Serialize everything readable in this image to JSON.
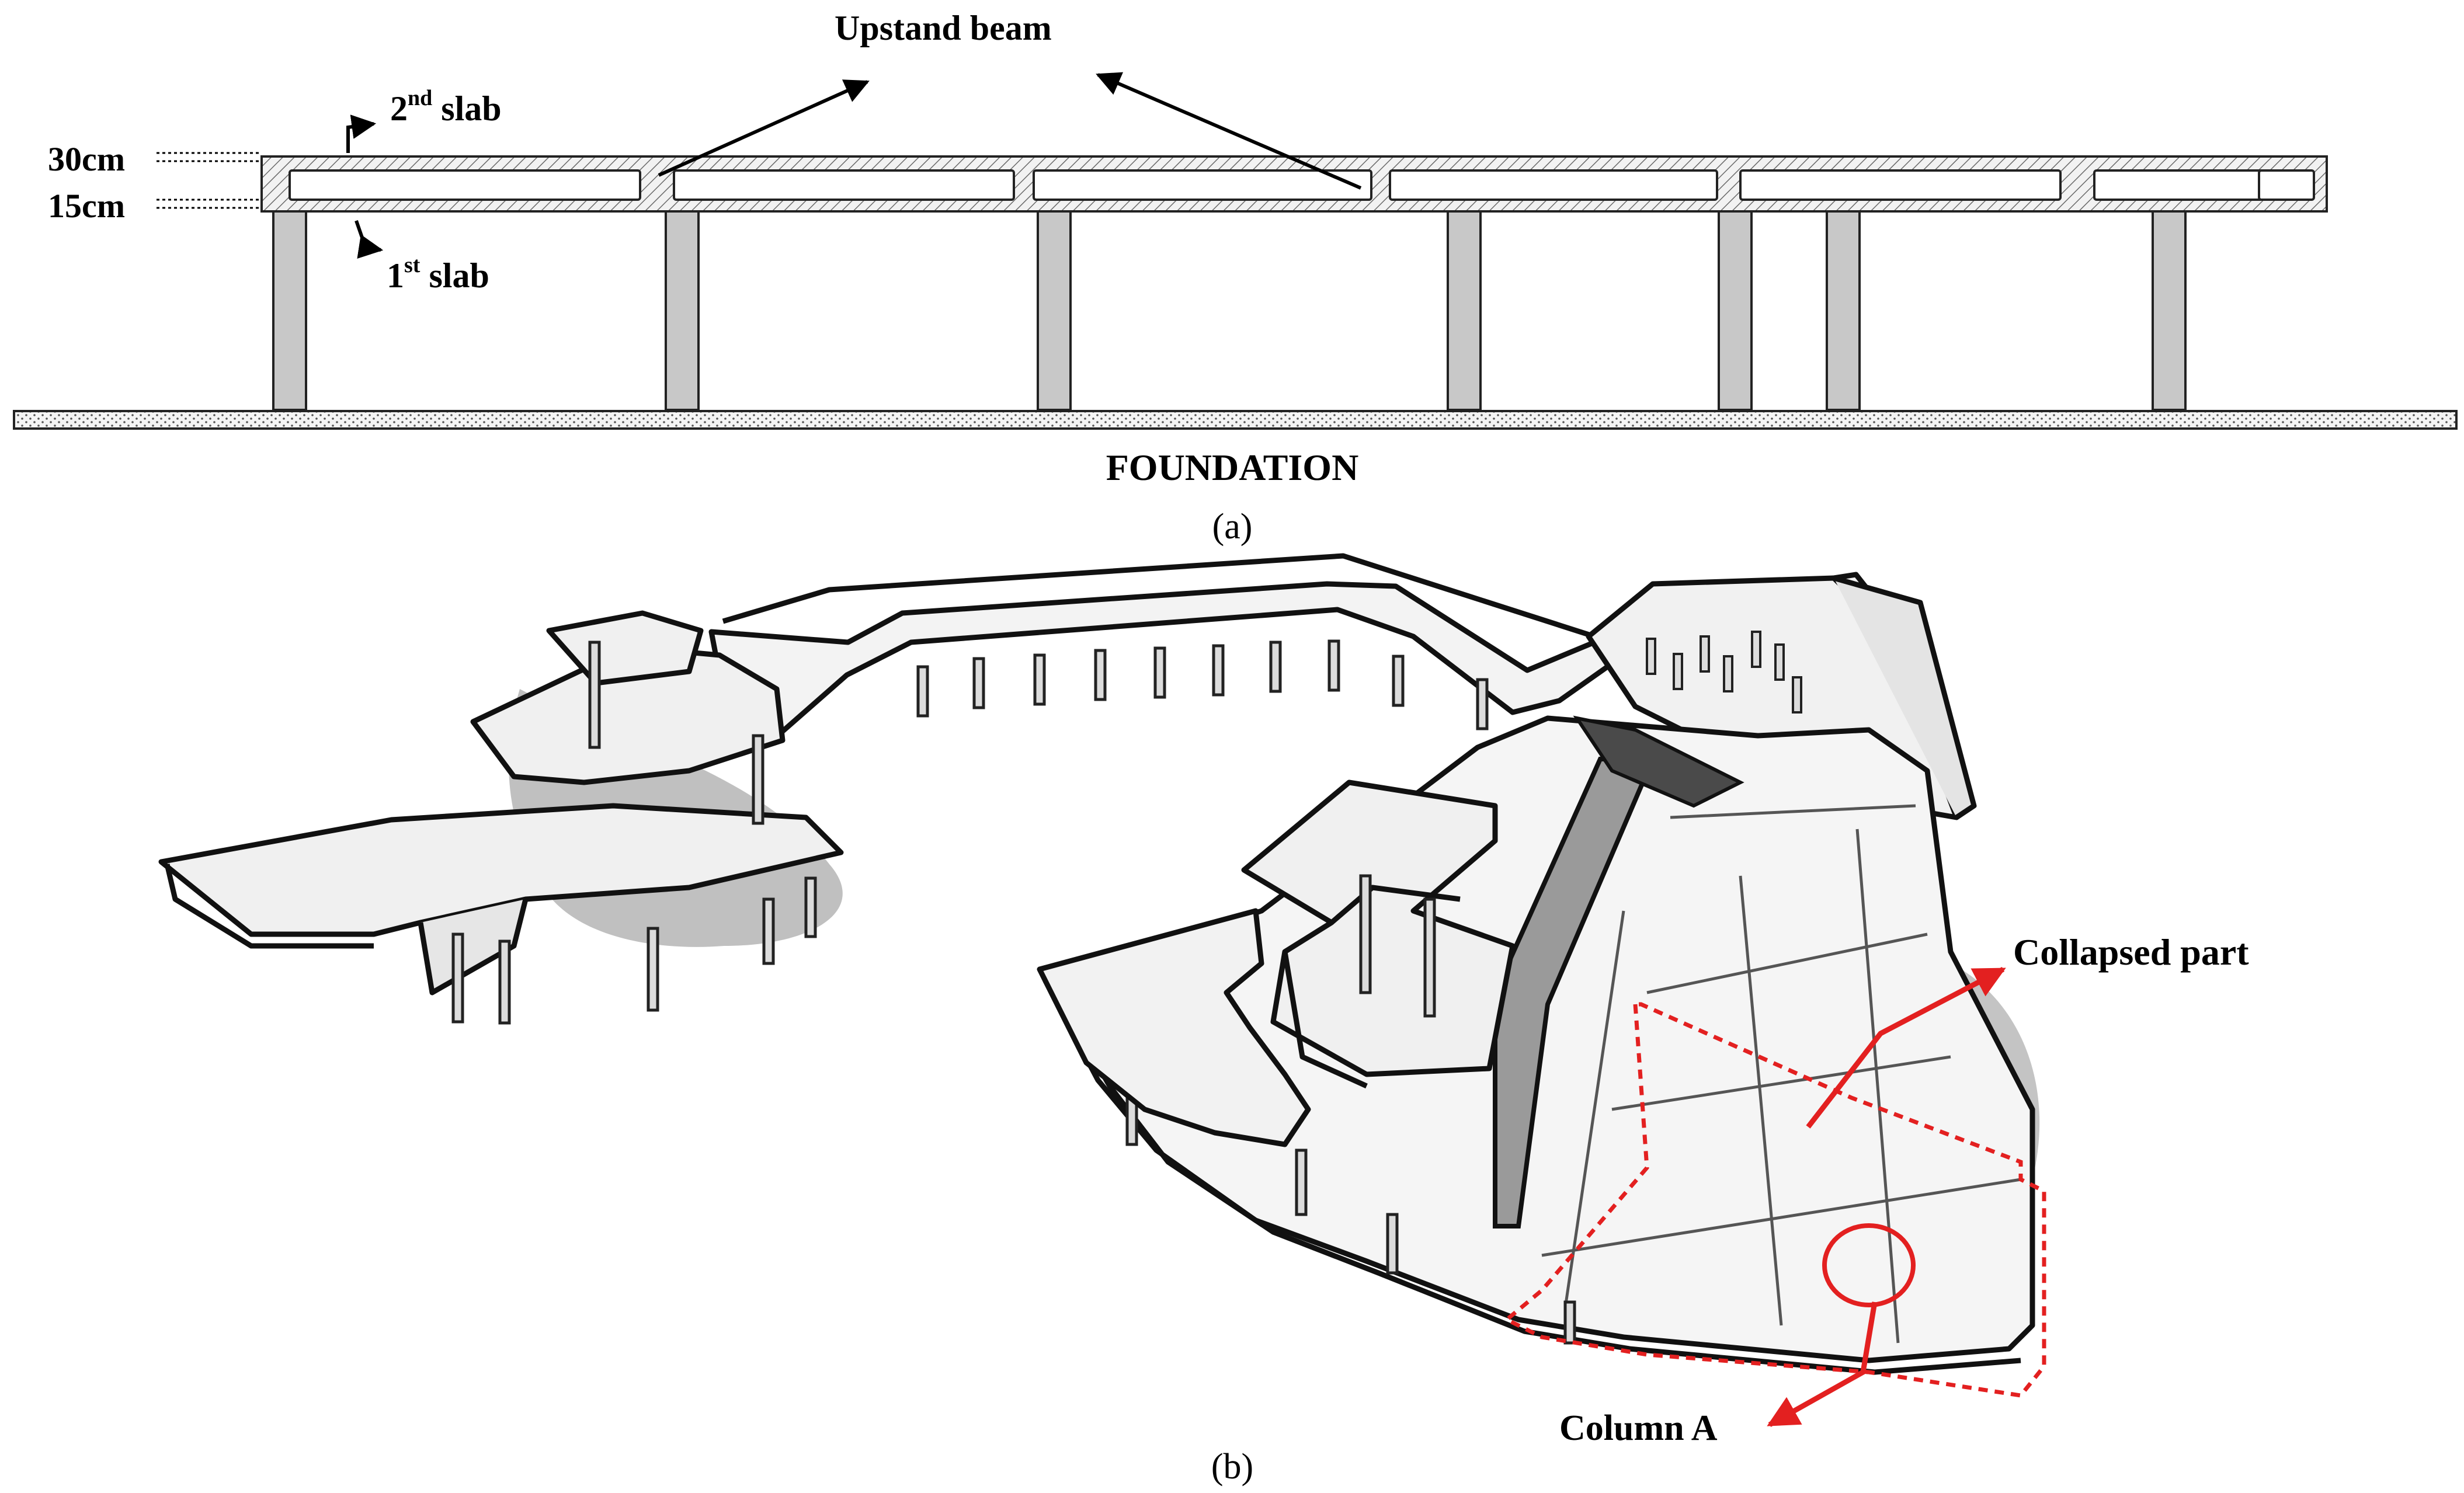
{
  "panel_a": {
    "caption": "(a)",
    "labels": {
      "upstand_beam": "Upstand beam",
      "slab2_num": "2",
      "slab2_sup": "nd",
      "slab2_word": " slab",
      "slab1_num": "1",
      "slab1_sup": "st",
      "slab1_word": " slab",
      "dim_30": "30cm",
      "dim_15": "15cm",
      "foundation": "FOUNDATION"
    }
  },
  "panel_b": {
    "caption": "(b)",
    "labels": {
      "collapsed_part": "Collapsed part",
      "column_a": "Column A"
    }
  },
  "colors": {
    "annotation_red": "#e32020",
    "line_black": "#000000",
    "column_fill": "#c8c8c8",
    "hatch_fill": "#bdbdbd",
    "shadow_grey": "#b5b5b5"
  }
}
